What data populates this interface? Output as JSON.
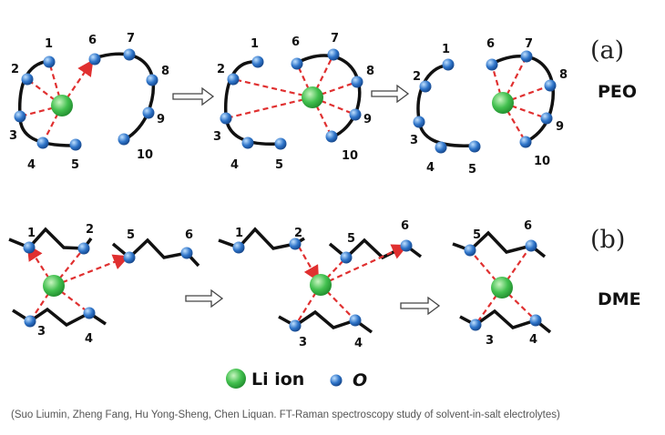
{
  "panels": {
    "a": {
      "label": "(a)",
      "molecule": "PEO"
    },
    "b": {
      "label": "(b)",
      "molecule": "DME"
    }
  },
  "legend": {
    "li_label": "Li ion",
    "o_label": "O"
  },
  "caption": "(Suo Liumin, Zheng Fang, Hu Yong-Sheng, Chen Liquan. FT-Raman spectroscopy study of solvent-in-salt electrolytes)",
  "atoms": {
    "peo_step1": [
      "1",
      "2",
      "3",
      "4",
      "5",
      "6",
      "7",
      "8",
      "9",
      "10"
    ],
    "peo_step2": [
      "1",
      "2",
      "3",
      "4",
      "5",
      "6",
      "7",
      "8",
      "9",
      "10"
    ],
    "peo_step3": [
      "1",
      "2",
      "3",
      "4",
      "5",
      "6",
      "7",
      "8",
      "9",
      "10"
    ],
    "dme_step1": [
      "1",
      "2",
      "3",
      "4",
      "5",
      "6"
    ],
    "dme_step2": [
      "1",
      "2",
      "3",
      "4",
      "5",
      "6"
    ],
    "dme_step3": [
      "3",
      "4",
      "5",
      "6"
    ]
  },
  "colors": {
    "li": "#3dbb4a",
    "oxygen": "#2a6fc4",
    "coordination": "#e03030",
    "chain": "#111111"
  }
}
